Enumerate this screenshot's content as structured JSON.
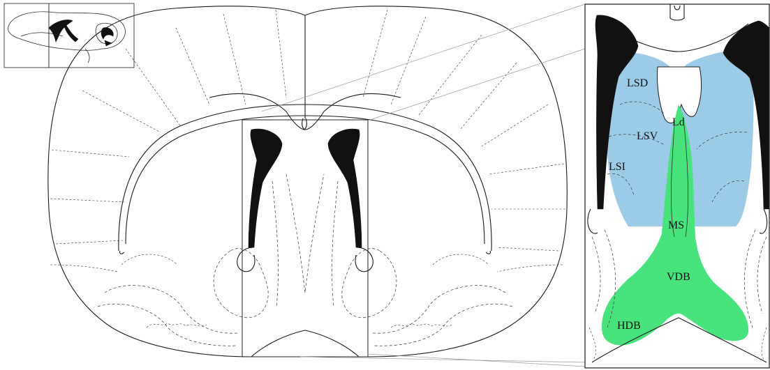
{
  "colors": {
    "lateral_septum": "#9ccbe8",
    "medial_septum": "#49e37e",
    "ventricle": "#111111",
    "outline": "#1a1a1a"
  },
  "regions": [
    {
      "label": "LSD",
      "fill": "lateral_septum"
    },
    {
      "label": "LSV",
      "fill": "lateral_septum"
    },
    {
      "label": "LSI",
      "fill": "lateral_septum"
    },
    {
      "label": "Ld",
      "fill": "medial_septum"
    },
    {
      "label": "MS",
      "fill": "medial_septum"
    },
    {
      "label": "VDB",
      "fill": "medial_septum"
    },
    {
      "label": "HDB",
      "fill": "medial_septum"
    }
  ]
}
